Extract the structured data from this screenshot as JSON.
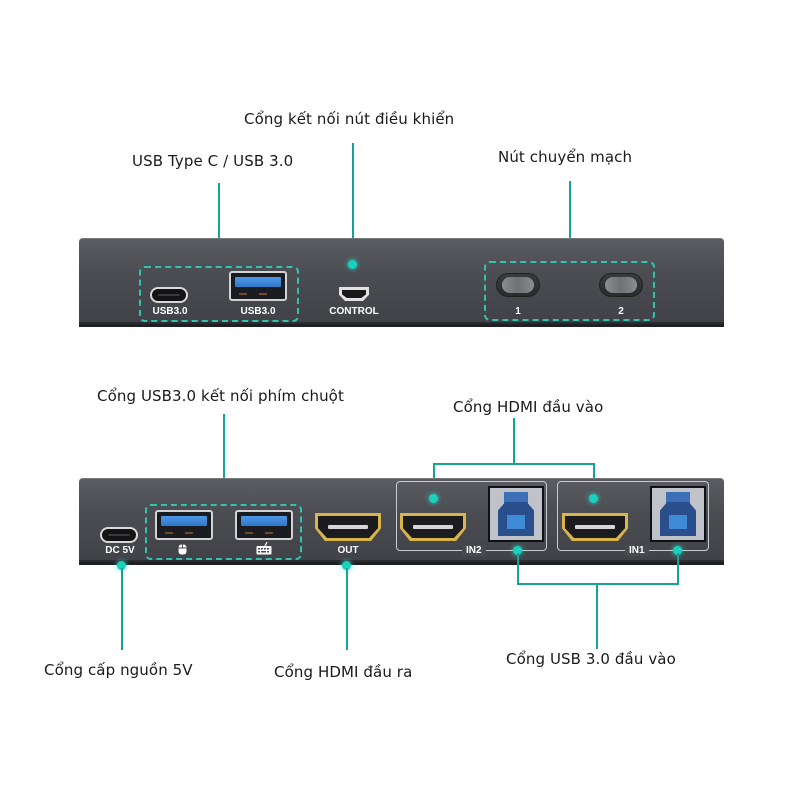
{
  "top_panel": {
    "callouts": {
      "usb_type": "USB Type C / USB 3.0",
      "control_port": "Cổng kết nối nút điều khiển",
      "switch_buttons": "Nút chuyển mạch"
    },
    "ports": {
      "usbc_label": "USB3.0",
      "usba_label": "USB3.0",
      "control_label": "CONTROL",
      "button_1_label": "1",
      "button_2_label": "2"
    }
  },
  "bottom_panel": {
    "callouts": {
      "keyboard_mouse_usb": "Cổng USB3.0 kết nối phím chuột",
      "hdmi_input": "Cổng HDMI đầu vào",
      "power": "Cổng cấp nguồn 5V",
      "hdmi_output": "Cổng HDMI đầu ra",
      "usb_input": "Cổng USB 3.0 đầu vào"
    },
    "ports": {
      "dc_label": "DC 5V",
      "mouse_icon": "mouse-icon",
      "keyboard_icon": "keyboard-icon",
      "out_label": "OUT",
      "in2_label": "IN2",
      "in1_label": "IN1"
    }
  },
  "colors": {
    "accent": "#17a393",
    "dot": "#19d1bc",
    "panel": "#4b4d52",
    "hdmi_gold": "#d9b44a",
    "usb_blue": "#3f8bd8"
  }
}
